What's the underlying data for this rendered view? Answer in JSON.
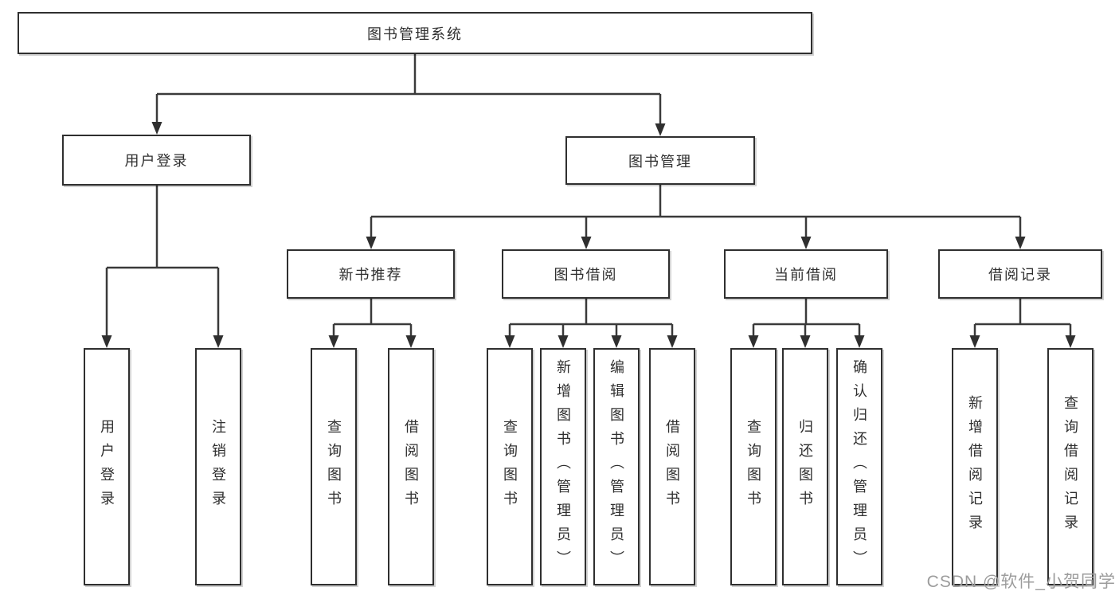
{
  "title": "图书管理系统",
  "tree": {
    "root": {
      "label": "图书管理系统"
    },
    "branches": [
      {
        "label": "用户登录",
        "children": [
          {
            "label": "用户登录"
          },
          {
            "label": "注销登录"
          }
        ]
      },
      {
        "label": "图书管理",
        "groups": [
          {
            "label": "新书推荐",
            "children": [
              {
                "label": "查询图书"
              },
              {
                "label": "借阅图书"
              }
            ]
          },
          {
            "label": "图书借阅",
            "children": [
              {
                "label": "查询图书"
              },
              {
                "label": "新增图书（管理员）"
              },
              {
                "label": "编辑图书（管理员）"
              },
              {
                "label": "借阅图书"
              }
            ]
          },
          {
            "label": "当前借阅",
            "children": [
              {
                "label": "查询图书"
              },
              {
                "label": "归还图书"
              },
              {
                "label": "确认归还（管理员）"
              }
            ]
          },
          {
            "label": "借阅记录",
            "children": [
              {
                "label": "新增借阅记录"
              },
              {
                "label": "查询借阅记录"
              }
            ]
          }
        ]
      }
    ]
  },
  "watermark": {
    "text": "CSDN @软件_小贺同学"
  },
  "colors": {
    "line": "#3a3a3a",
    "box_border": "#2f2f2f",
    "text": "#2f2f2f",
    "watermark": "#9c9c9c",
    "background": "#ffffff"
  }
}
